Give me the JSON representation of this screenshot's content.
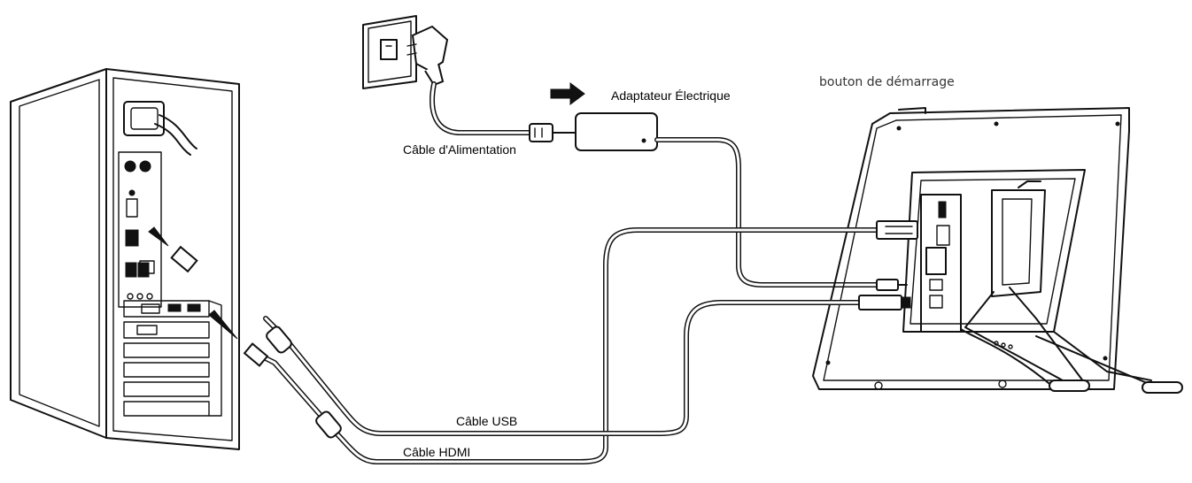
{
  "labels": {
    "power_button": "bouton de démarrage",
    "power_adapter": "Adaptateur Électrique",
    "power_cable": "Câble d'Alimentation",
    "usb_cable": "Câble USB",
    "hdmi_cable": "Câble HDMI"
  },
  "colors": {
    "line": "#111111",
    "background": "#ffffff"
  },
  "icons": [
    "wall-outlet-icon",
    "power-plug-icon",
    "arrow-right-icon"
  ]
}
